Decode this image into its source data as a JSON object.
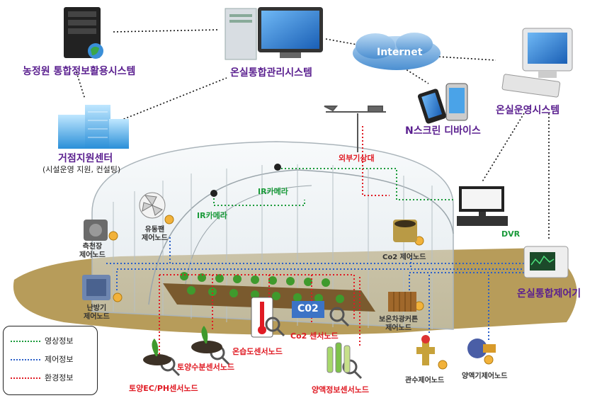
{
  "nodes": {
    "farm_system": "농정원 통합정보활용시스템",
    "greenhouse_mgmt": "온실통합관리시스템",
    "internet": "Internet",
    "n_screen": "N스크린 디바이스",
    "greenhouse_ops": "온실운영시스템",
    "support_center": "거점지원센터",
    "support_center_sub": "(시설운영 지원, 컨설팅)",
    "weather_station": "외부기상대",
    "ir_camera_1": "IR카메라",
    "ir_camera_2": "IR카메라",
    "fan": "유동팬\n제어노드",
    "shade": "측천장\n제어노드",
    "heater": "난방기\n제어노드",
    "co2_ctrl": "Co2 제어노드",
    "dvr": "DVR",
    "integrated_ctrl": "온실통합제어기",
    "curtain": "보온차광커튼\n제어노드",
    "co2_text": "C02",
    "co2_sensor": "Co2 센서노드",
    "temp_humid": "온습도센서노드",
    "soil_moisture": "토양수분센서노드",
    "soil_ec": "토양EC/PH센서노드",
    "nutrient_sensor": "양액정보센서노드",
    "irrigation": "관수제어노드",
    "nutrient_ctrl": "양액기제어노드"
  },
  "legend": {
    "items": [
      {
        "label": "영상정보",
        "color": "#1a9a3a"
      },
      {
        "label": "제어정보",
        "color": "#2a5fc9"
      },
      {
        "label": "환경정보",
        "color": "#e01b24"
      }
    ]
  },
  "colors": {
    "purple": "#5a1f8f",
    "red": "#e01b24",
    "green": "#1a9a3a",
    "blue": "#2a5fc9",
    "ground": "#b79c5a"
  }
}
